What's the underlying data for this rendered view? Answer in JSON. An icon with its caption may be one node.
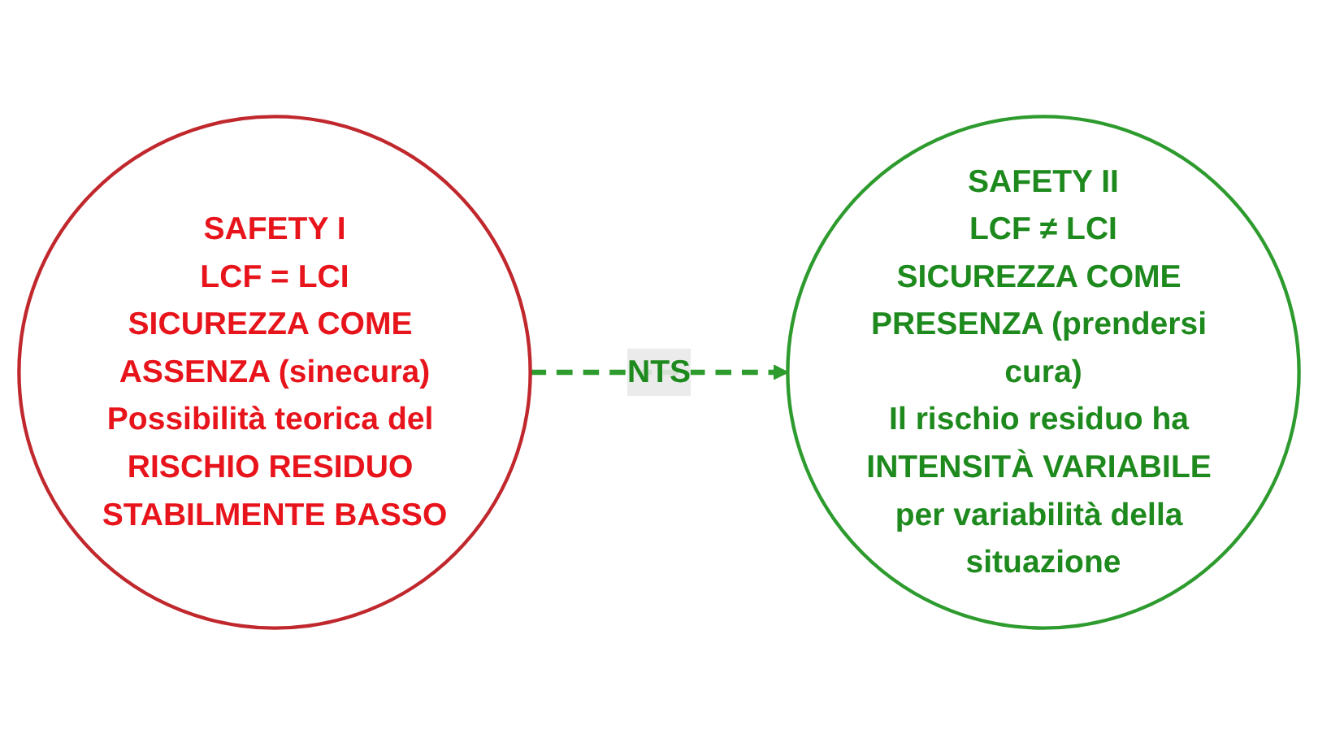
{
  "diagram": {
    "nodes": [
      {
        "text": [
          "SAFETY I",
          "LCF = LCI",
          "SICUREZZA COME ASSENZA (sinecura)",
          "Possibilità teorica del RISCHIO RESIDUO STABILMENTE BASSO"
        ]
      },
      {
        "text": [
          "SAFETY II",
          "LCF ≠ LCI",
          "SICUREZZA COME PRESENZA (prendersi cura)",
          "Il rischio residuo ha INTENSITÀ VARIABILE per variabilità della situazione"
        ]
      }
    ],
    "edges": [
      {
        "from": 0,
        "to": 1,
        "arrow": "to",
        "label": "NTS",
        "style": "dashed",
        "color": "#2e9b2e"
      }
    ]
  }
}
